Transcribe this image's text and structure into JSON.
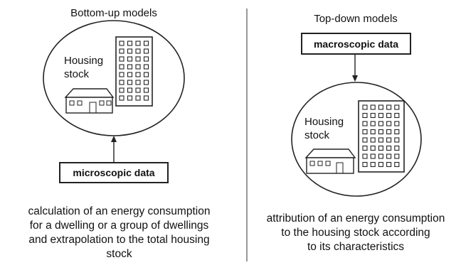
{
  "left_panel": {
    "title": "Bottom-up models",
    "stock_label_line1": "Housing",
    "stock_label_line2": "stock",
    "data_box": "microscopic data",
    "description": [
      "calculation of an energy consumption",
      "for a dwelling or a group of dwellings",
      "and extrapolation to the total housing",
      "stock"
    ]
  },
  "right_panel": {
    "title": "Top-down models",
    "stock_label_line1": "Housing",
    "stock_label_line2": "stock",
    "data_box": "macroscopic data",
    "description": [
      "attribution of an energy consumption",
      "to the housing stock according",
      "to its characteristics"
    ]
  }
}
